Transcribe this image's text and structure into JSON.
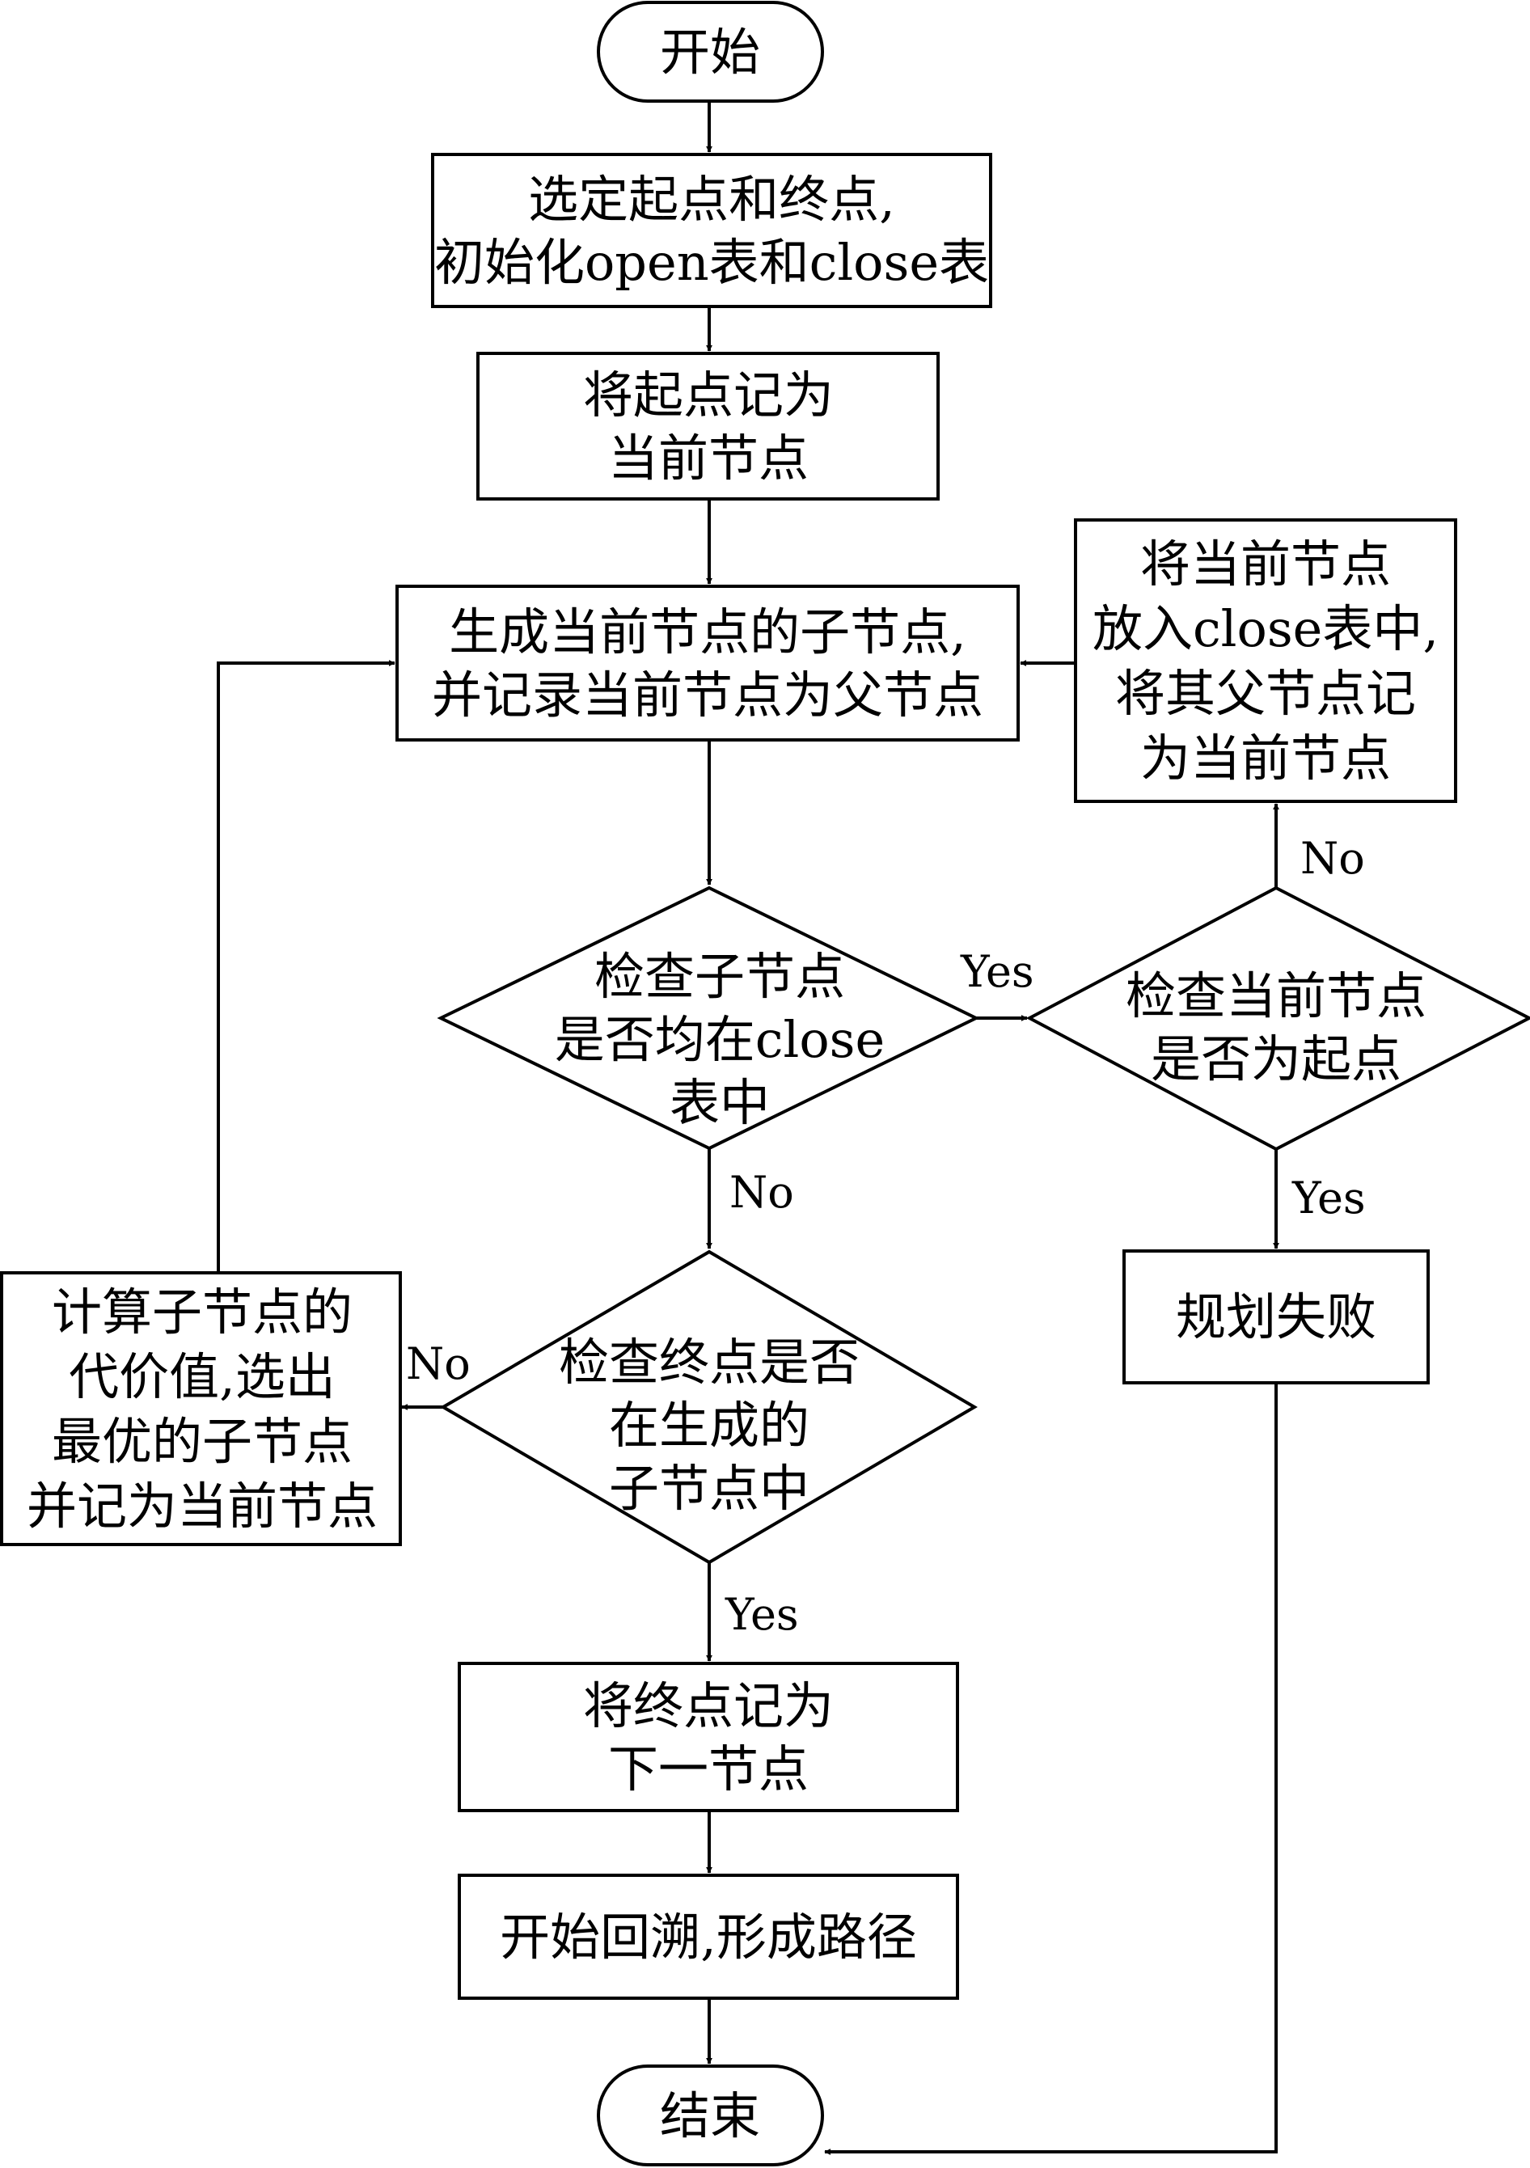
{
  "nodes": {
    "start": [
      "开始"
    ],
    "init": [
      "选定起点和终点,",
      "初始化open表和close表"
    ],
    "set_current": [
      "将起点记为",
      "当前节点"
    ],
    "generate": [
      "生成当前节点的子节点,",
      "并记录当前节点为父节点"
    ],
    "check_closed": [
      "检查子节点",
      "是否均在close",
      "表中"
    ],
    "check_start": [
      "检查当前节点",
      "是否为起点"
    ],
    "backtrack_parent": [
      "将当前节点",
      "放入close表中,",
      "将其父节点记",
      "为当前节点"
    ],
    "fail": [
      "规划失败"
    ],
    "compute_cost": [
      "计算子节点的",
      "代价值,选出",
      "最优的子节点",
      "并记为当前节点"
    ],
    "check_goal": [
      "检查终点是否",
      "在生成的",
      "子节点中"
    ],
    "set_goal_next": [
      "将终点记为",
      "下一节点"
    ],
    "form_path": [
      "开始回溯,形成路径"
    ],
    "end": [
      "结束"
    ]
  },
  "edge_labels": {
    "closed_yes": "Yes",
    "closed_no": "No",
    "start_no": "No",
    "start_yes": "Yes",
    "goal_no": "No",
    "goal_yes": "Yes"
  }
}
